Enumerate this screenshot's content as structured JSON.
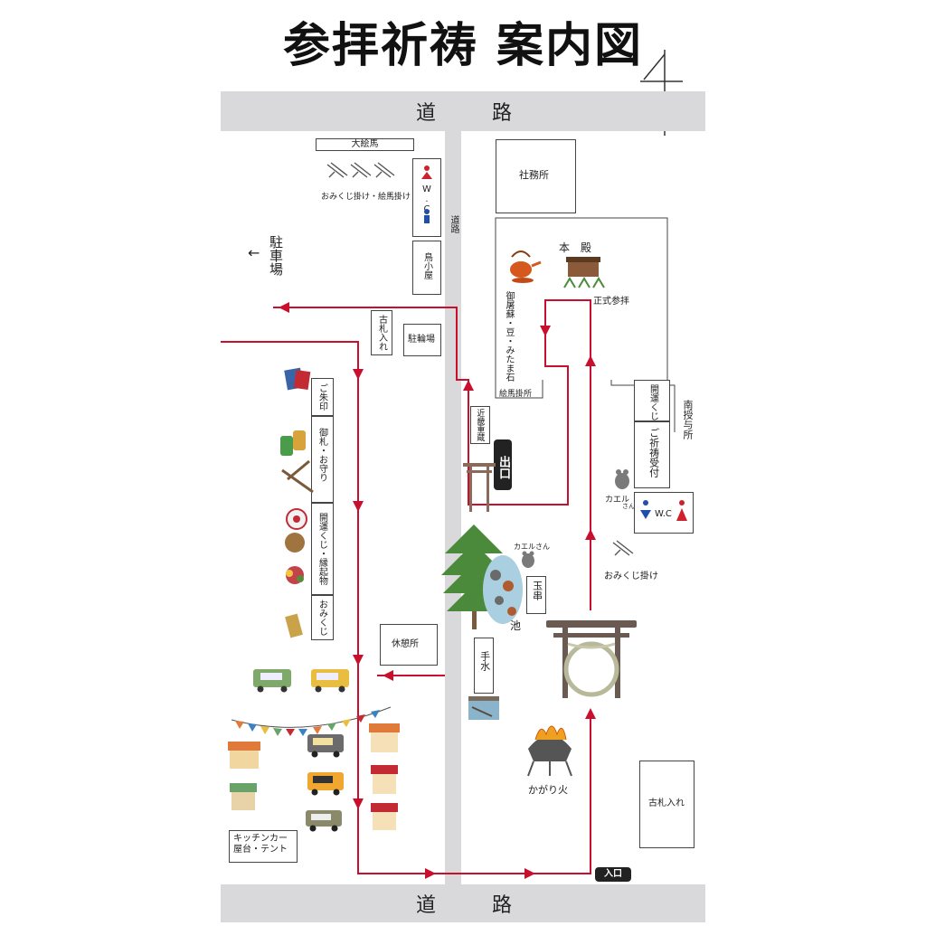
{
  "title": "参拝祈祷 案内図",
  "roads": {
    "top_left": "道",
    "top_right": "路",
    "bottom_left": "道",
    "bottom_right": "路",
    "center_vertical": "道路"
  },
  "labels": {
    "daiema": "大絵馬",
    "omikuji_ema": "おみくじ掛け・絵馬掛け",
    "wc_left": "W.C",
    "wc_right": "W.C",
    "parking": "駐車場",
    "parking_arrow": "←",
    "torigoya": "鳥小屋",
    "furufuda_left": "古札入れ",
    "bicycle": "駐輪場",
    "goshuin": "ご朱印",
    "ofuda": "御札・お守り",
    "kaiun_engi": "開運くじ・縁起物",
    "omikuji": "おみくじ",
    "kyukeisho": "休憩所",
    "kitchen": "キッチンカー\n屋台・テント",
    "shamusho": "社務所",
    "honden": "本　殿",
    "seishiki": "正式参拝",
    "otoso": "御屠蘇・豆・みたま石",
    "ema_kakesho": "絵馬掛所",
    "kinseisho": "近畿重蔵",
    "deguchi": "出口",
    "kaiunkuji_r": "開運くじ",
    "gokito": "ご祈祷受付",
    "minami_juyo": "南授与所",
    "kaeru_r": "カエル",
    "kaeru_r_san": "さん",
    "kaeru_pond": "カエルさん",
    "omikuji_kake": "おみくじ掛け",
    "tamagushi": "玉串",
    "ike": "池",
    "temizu": "手水",
    "kagaribi": "かがり火",
    "furufuda_right": "古札入れ",
    "iriguchi": "入口"
  },
  "colors": {
    "route": "#c8102e",
    "road": "#d9d9db",
    "wc_male": "#1f4fa8",
    "wc_female": "#d0202e"
  },
  "icons": [
    "compass-icon",
    "ema-icon",
    "wc-icon",
    "goshuin-icon",
    "omamori-icon",
    "kaiun-icon",
    "omikuji-icon",
    "food-truck-icon",
    "stall-icon",
    "bunting-icon",
    "tree-icon",
    "pond-icon",
    "kaeru-icon",
    "teapot-icon",
    "offering-box-icon",
    "torii-icon",
    "temizu-icon",
    "kagaribi-icon"
  ]
}
